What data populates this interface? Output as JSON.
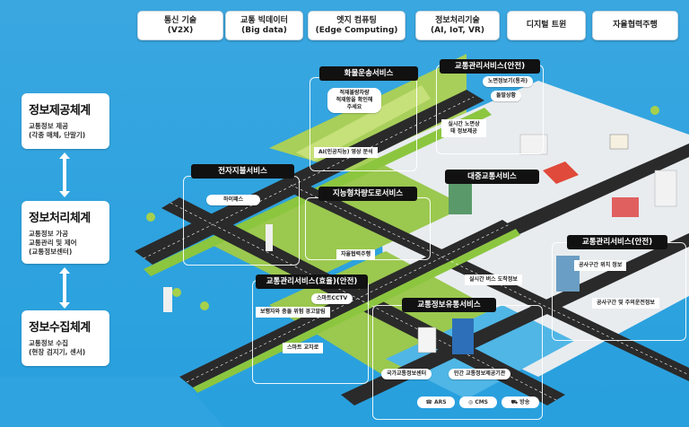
{
  "technologies": [
    {
      "line1": "통신 기술",
      "line2": "(V2X)"
    },
    {
      "line1": "교통 빅데이터",
      "line2": "(Big data)"
    },
    {
      "line1": "엣지 컴퓨팅",
      "line2": "(Edge Computing)"
    },
    {
      "line1": "정보처리기술",
      "line2": "(AI, IoT, VR)"
    },
    {
      "line1": "디지털 트윈",
      "line2": ""
    },
    {
      "line1": "자율협력주행",
      "line2": ""
    }
  ],
  "systems": [
    {
      "title": "정보제공체계",
      "desc_lines": [
        "교통정보 제공",
        "(각종 매체, 단말기)"
      ]
    },
    {
      "title": "정보처리체계",
      "desc_lines": [
        "교통정보 가공",
        "교통관리 및 제어",
        "(교통정보센터)"
      ]
    },
    {
      "title": "정보수집체계",
      "desc_lines": [
        "교통정보 수집",
        "(현장 검지기, 센서)"
      ]
    }
  ],
  "services": {
    "freight": {
      "label": "화물운송서비스",
      "bubble_lines": [
        "적재불량차량",
        "적재함을 확인해",
        "주세요"
      ],
      "tag": "AI(인공지능) 영상 분석"
    },
    "traffic_safety_top": {
      "label": "교통관리서비스(안전)",
      "bubbles": [
        "노면정보기(통과)",
        "돌발상황",
        "실시간 노면상태 정보제공"
      ]
    },
    "electronic_payment": {
      "label": "전자지불서비스",
      "bubble": "하이패스"
    },
    "autonomous_road": {
      "label": "지능형차량도로서비스",
      "tag": "자율협력주행"
    },
    "public_transit": {
      "label": "대중교통서비스",
      "tag": "실시간 버스 도착정보"
    },
    "traffic_safety_right": {
      "label": "교통관리서비스(안전)",
      "tags": [
        "공사구간 위치 정보",
        "공사구간 및 주의운전정보"
      ]
    },
    "traffic_efficiency": {
      "label": "교통관리서비스(효율)(안전)",
      "bubble": "스마트CCTV",
      "tags": [
        "보행자와 충돌 위험 경고알림",
        "스마트 교차로"
      ]
    },
    "info_distribution": {
      "label": "교통정보유통서비스",
      "tags": [
        "국가교통정보센터",
        "민간 교통정보제공기관"
      ],
      "channels": [
        {
          "icon": "phone-icon",
          "label": "ARS"
        },
        {
          "icon": "web-icon",
          "label": "CMS"
        },
        {
          "icon": "car-icon",
          "label": "방송"
        }
      ]
    }
  },
  "colors": {
    "background": "#2fa3df",
    "road": "#2a2a2a",
    "grass": "#8cc63f",
    "label_bg": "#111111",
    "box_bg": "#ffffff"
  }
}
